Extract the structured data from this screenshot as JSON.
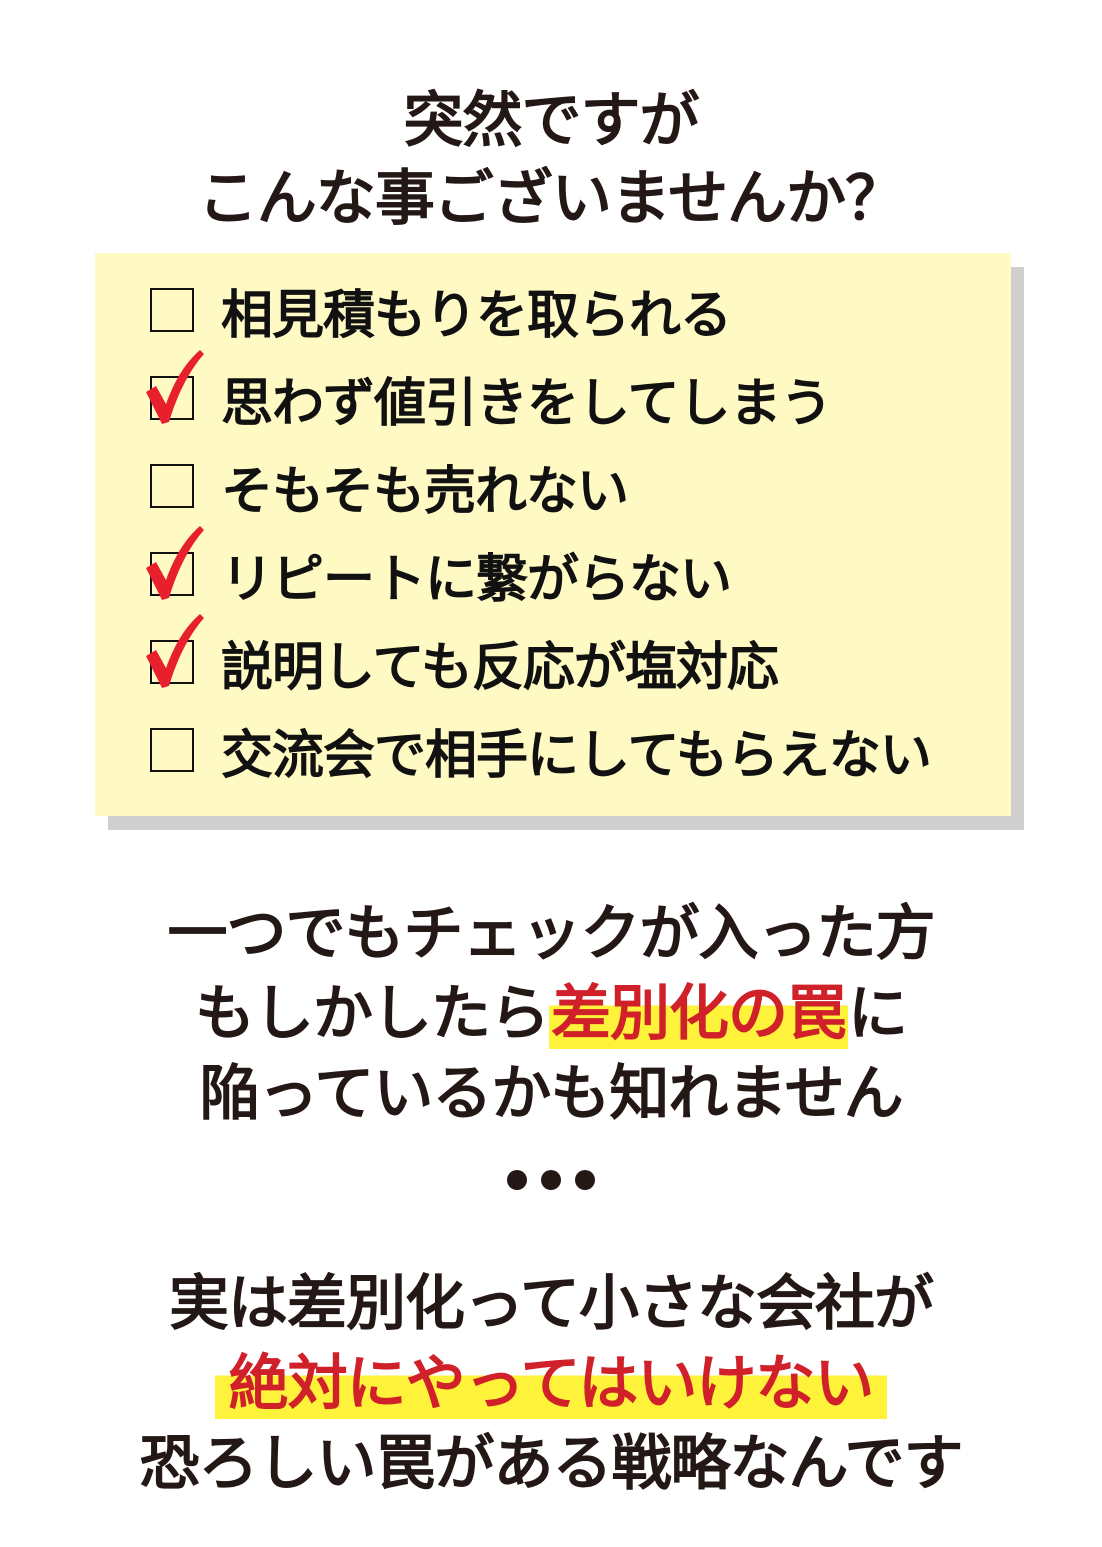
{
  "heading": {
    "line1": "突然ですが",
    "line2": "こんな事ございませんか？"
  },
  "checklist": {
    "items": [
      {
        "label": "相見積もりを取られる",
        "checked": false
      },
      {
        "label": "思わず値引きをしてしまう",
        "checked": true
      },
      {
        "label": "そもそも売れない",
        "checked": false
      },
      {
        "label": "リピートに繋がらない",
        "checked": true
      },
      {
        "label": "説明しても反応が塩対応",
        "checked": true
      },
      {
        "label": "交流会で相手にしてもらえない",
        "checked": false
      }
    ]
  },
  "message1": {
    "line1": "一つでもチェックが入った方",
    "line2_pre": "もしかしたら",
    "line2_highlight": "差別化の罠",
    "line2_post": "に",
    "line3": "陥っているかも知れません"
  },
  "message2": {
    "line1": "実は差別化って小さな会社が",
    "line2_highlight": "絶対にやってはいけない",
    "line3": "恐ろしい罠がある戦略なんです"
  },
  "colors": {
    "text": "#231815",
    "accent_red": "#d0202a",
    "highlight_yellow": "#fff23a",
    "box_bg": "#fffac4",
    "check_red": "#e8202e"
  }
}
